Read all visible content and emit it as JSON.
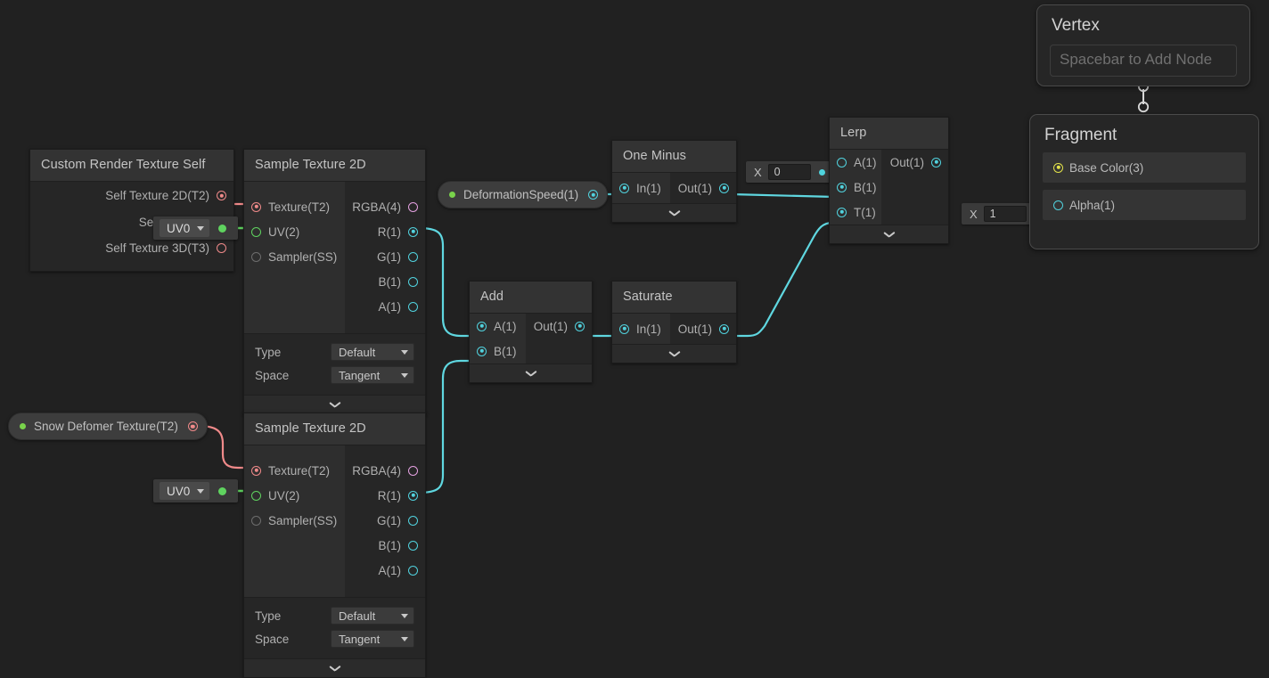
{
  "app": {
    "name": "unity-shader-graph",
    "background": "#212121"
  },
  "colors": {
    "node_body": "#262626",
    "node_header": "#333333",
    "port_in_column": "#2e2e2e",
    "vector1": "#51d2de",
    "vector4": "#e4a0e0",
    "texture2d": "#f08a8a",
    "uv_green": "#5fd35f",
    "base_color_yellow": "#e3e34a",
    "wire_cyan": "#5fd7e0",
    "wire_red": "#f08a8a",
    "wire_green": "#5fd35f",
    "wire_white": "#d8d8d8"
  },
  "nodes": {
    "custom_render_texture_self": {
      "title": "Custom Render Texture Self",
      "outputs": [
        {
          "label": "Self Texture 2D(T2)",
          "type": "texture2d",
          "connected": true
        },
        {
          "label": "Self Texture (",
          "type": "texture2d",
          "connected": true
        },
        {
          "label": "Self Texture 3D(T3)",
          "type": "texture2d",
          "connected": false
        }
      ]
    },
    "sample_texture_2d_top": {
      "title": "Sample Texture 2D",
      "inputs": [
        {
          "label": "Texture(T2)",
          "type": "texture2d",
          "connected": true
        },
        {
          "label": "UV(2)",
          "type": "uv",
          "connected": true
        },
        {
          "label": "Sampler(SS)",
          "type": "sampler",
          "connected": false
        }
      ],
      "outputs": [
        {
          "label": "RGBA(4)",
          "type": "vector4",
          "connected": false
        },
        {
          "label": "R(1)",
          "type": "vector1",
          "connected": true
        },
        {
          "label": "G(1)",
          "type": "vector1",
          "connected": false
        },
        {
          "label": "B(1)",
          "type": "vector1",
          "connected": false
        },
        {
          "label": "A(1)",
          "type": "vector1",
          "connected": false
        }
      ],
      "settings": [
        {
          "name": "Type",
          "value": "Default"
        },
        {
          "name": "Space",
          "value": "Tangent"
        }
      ]
    },
    "sample_texture_2d_bottom": {
      "title": "Sample Texture 2D",
      "inputs": [
        {
          "label": "Texture(T2)",
          "type": "texture2d",
          "connected": true
        },
        {
          "label": "UV(2)",
          "type": "uv",
          "connected": true
        },
        {
          "label": "Sampler(SS)",
          "type": "sampler",
          "connected": false
        }
      ],
      "outputs": [
        {
          "label": "RGBA(4)",
          "type": "vector4",
          "connected": false
        },
        {
          "label": "R(1)",
          "type": "vector1",
          "connected": true
        },
        {
          "label": "G(1)",
          "type": "vector1",
          "connected": false
        },
        {
          "label": "B(1)",
          "type": "vector1",
          "connected": false
        },
        {
          "label": "A(1)",
          "type": "vector1",
          "connected": false
        }
      ],
      "settings": [
        {
          "name": "Type",
          "value": "Default"
        },
        {
          "name": "Space",
          "value": "Tangent"
        }
      ]
    },
    "add": {
      "title": "Add",
      "inputs": [
        {
          "label": "A(1)",
          "type": "vector1",
          "connected": true
        },
        {
          "label": "B(1)",
          "type": "vector1",
          "connected": true
        }
      ],
      "outputs": [
        {
          "label": "Out(1)",
          "type": "vector1",
          "connected": true
        }
      ]
    },
    "saturate": {
      "title": "Saturate",
      "inputs": [
        {
          "label": "In(1)",
          "type": "vector1",
          "connected": true
        }
      ],
      "outputs": [
        {
          "label": "Out(1)",
          "type": "vector1",
          "connected": true
        }
      ]
    },
    "one_minus": {
      "title": "One Minus",
      "inputs": [
        {
          "label": "In(1)",
          "type": "vector1",
          "connected": true
        }
      ],
      "outputs": [
        {
          "label": "Out(1)",
          "type": "vector1",
          "connected": true
        }
      ]
    },
    "lerp": {
      "title": "Lerp",
      "inputs": [
        {
          "label": "A(1)",
          "type": "vector1",
          "connected": false
        },
        {
          "label": "B(1)",
          "type": "vector1",
          "connected": true
        },
        {
          "label": "T(1)",
          "type": "vector1",
          "connected": true
        }
      ],
      "outputs": [
        {
          "label": "Out(1)",
          "type": "vector1",
          "connected": true
        }
      ]
    }
  },
  "properties": {
    "deformation_speed": {
      "label": "DeformationSpeed(1)",
      "type": "vector1"
    },
    "snow_deformer_texture": {
      "label": "Snow Defomer Texture(T2)",
      "type": "texture2d"
    }
  },
  "inline_inputs": {
    "lerp_a": {
      "axis_label": "X",
      "value": "0"
    },
    "fragment_alpha": {
      "axis_label": "X",
      "value": "1"
    }
  },
  "uv_selectors": {
    "crts_uv": {
      "value": "UV0"
    },
    "sample_bottom_uv": {
      "value": "UV0"
    }
  },
  "master_stack": {
    "vertex": {
      "title": "Vertex",
      "add_node_hint": "Spacebar to Add Node"
    },
    "fragment": {
      "title": "Fragment",
      "slots": [
        {
          "label": "Base Color(3)",
          "connected": true,
          "color": "#e3e34a"
        },
        {
          "label": "Alpha(1)",
          "connected": false,
          "color": "#51d2de"
        }
      ]
    }
  }
}
